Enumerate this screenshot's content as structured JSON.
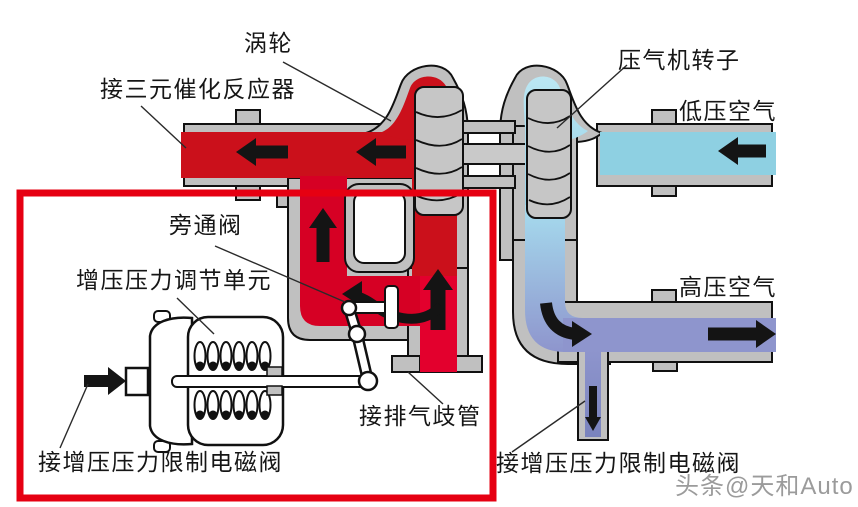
{
  "diagram": {
    "title_context": "turbocharger-wastegate-schematic",
    "labels": {
      "turbine": "涡轮",
      "to_catalytic_converter": "接三元催化反应器",
      "compressor_rotor": "压气机转子",
      "low_pressure_air": "低压空气",
      "bypass_valve": "旁通阀",
      "boost_pressure_regulator": "增压压力调节单元",
      "high_pressure_air": "高压空气",
      "to_exhaust_manifold": "接排气歧管",
      "to_boost_solenoid_left": "接增压压力限制电磁阀",
      "to_boost_solenoid_right": "接增压压力限制电磁阀"
    },
    "watermark": "头条@天和Auto",
    "colors": {
      "exhaust_red": "#cb101b",
      "chamber_red": "#d60024",
      "manifold_red": "#e3002d",
      "intake_blue": "#8ed0e2",
      "scroll_blue": "#a6dcee",
      "boost_purple": "#8e95cd",
      "pipe_wall_gray": "#c0c0c0",
      "highlight_red": "#e60012",
      "arrow_black": "#141414",
      "watermark_gray": "#9b9b9b"
    }
  }
}
